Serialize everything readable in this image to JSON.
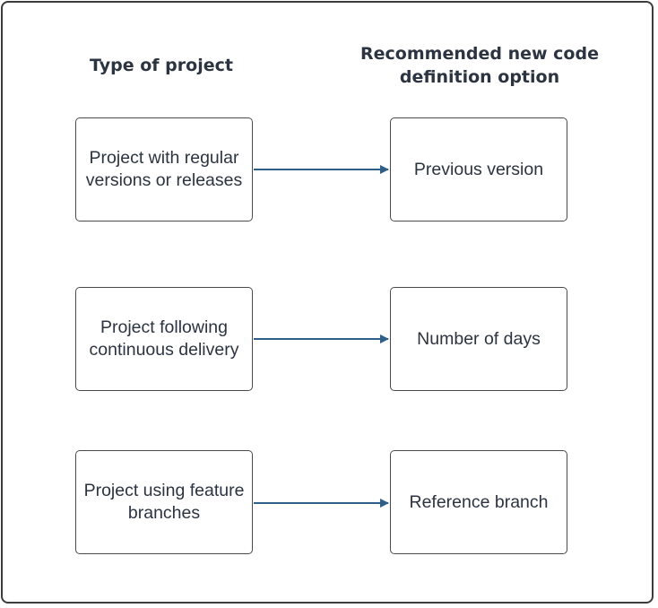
{
  "headers": {
    "left": "Type of project",
    "right": "Recommended new code definition option"
  },
  "rows": [
    {
      "project": "Project with regular versions or releases",
      "option": "Previous version"
    },
    {
      "project": "Project following continuous delivery",
      "option": "Number of days"
    },
    {
      "project": "Project using feature branches",
      "option": "Reference branch"
    }
  ],
  "colors": {
    "arrow": "#2f5f88",
    "border": "#3c3c3c",
    "text": "#2b3440"
  }
}
